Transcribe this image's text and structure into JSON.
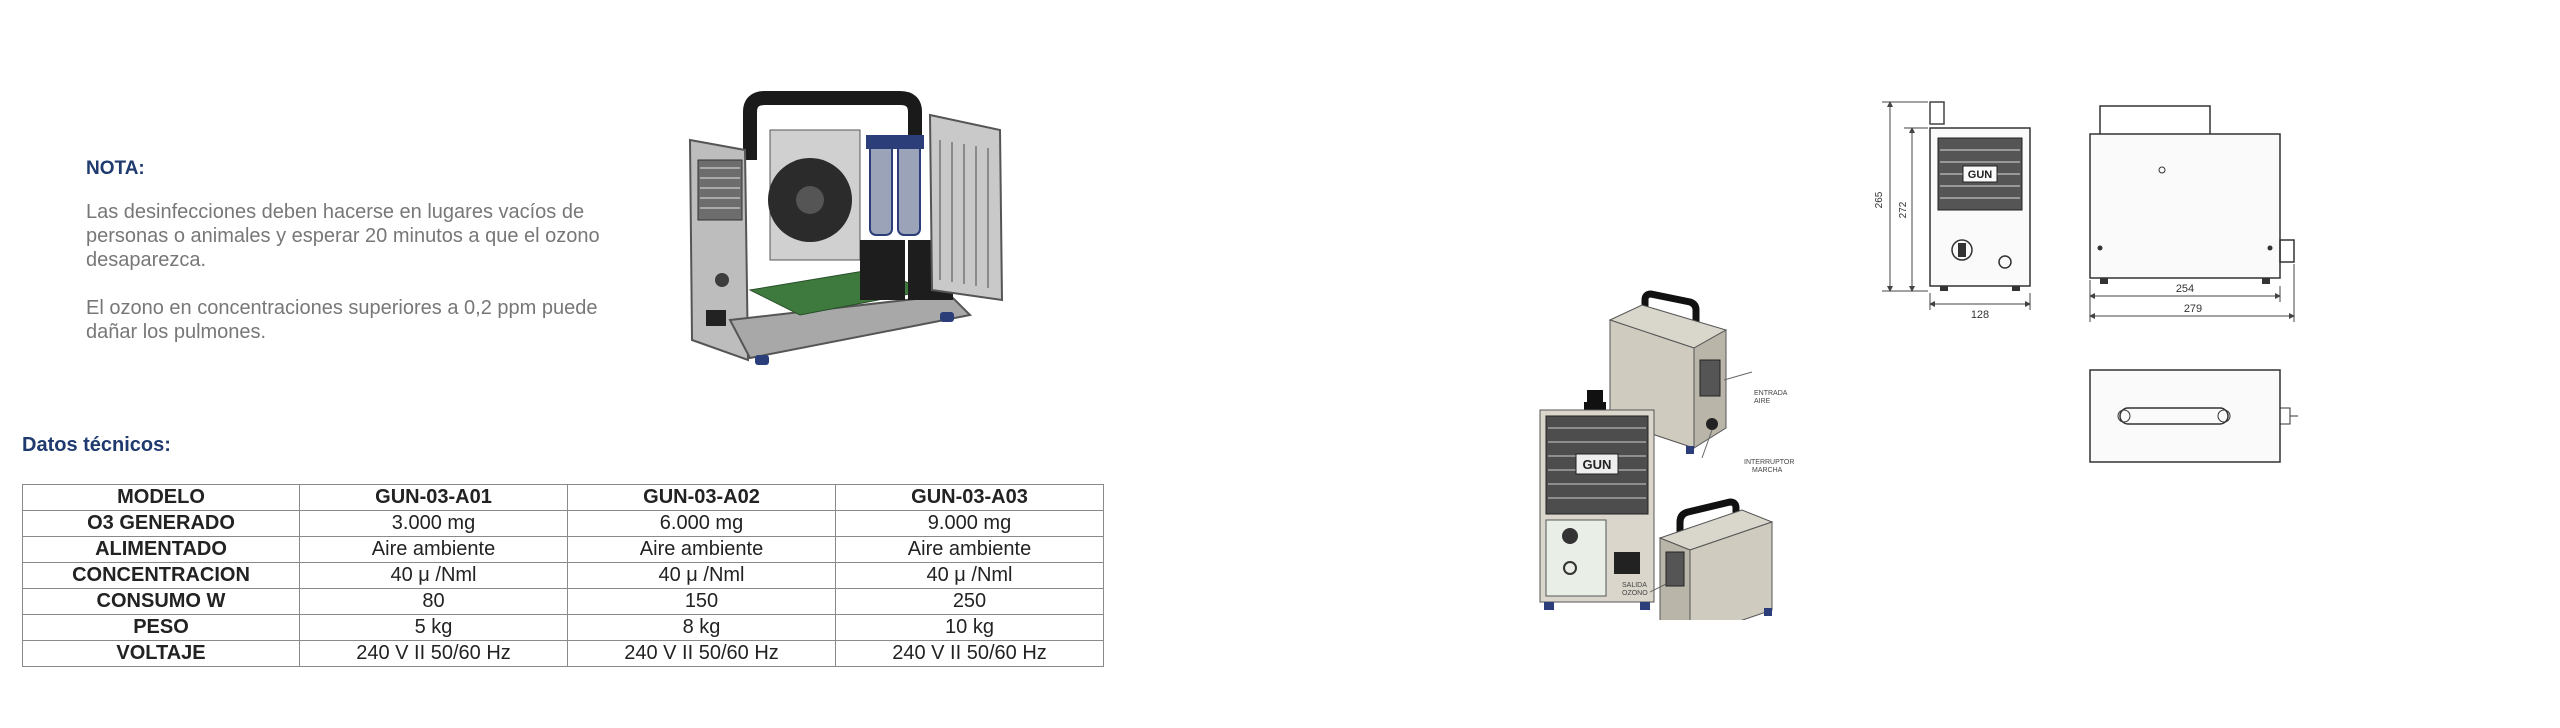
{
  "nota": {
    "title": "NOTA:",
    "paragraph1_line1": "Las desinfecciones deben hacerse en lugares vacíos de",
    "paragraph1_line2": "personas o animales y esperar 20 minutos a que el ozono",
    "paragraph1_line3": "desaparezca.",
    "paragraph2_line1": "El ozono en concentraciones superiores a 0,2 ppm puede",
    "paragraph2_line2": "dañar los pulmones."
  },
  "datos": {
    "title": "Datos técnicos:",
    "headers": [
      "MODELO",
      "GUN-03-A01",
      "GUN-03-A02",
      "GUN-03-A03"
    ],
    "rows": [
      [
        "O3 GENERADO",
        "3.000 mg",
        "6.000 mg",
        "9.000 mg"
      ],
      [
        "ALIMENTADO",
        "Aire ambiente",
        "Aire ambiente",
        "Aire ambiente"
      ],
      [
        "CONCENTRACION",
        "40 μ /Nml",
        "40 μ /Nml",
        "40 μ /Nml"
      ],
      [
        "CONSUMO W",
        "80",
        "150",
        "250"
      ],
      [
        "PESO",
        "5 kg",
        "8 kg",
        "10 kg"
      ],
      [
        "VOLTAJE",
        "240 V II   50/60 Hz",
        "240 V II   50/60 Hz",
        "240 V II   50/60 Hz"
      ]
    ]
  },
  "drawing": {
    "brand": "GUN",
    "dim_height_total": "265",
    "dim_height_body": "272",
    "dim_front_width": "128",
    "dim_side_width": "254",
    "dim_side_total": "279",
    "label_entrada_1": "ENTRADA",
    "label_entrada_2": "AIRE",
    "label_interruptor_1": "INTERRUPTOR",
    "label_interruptor_2": "MARCHA",
    "label_salida_1": "SALIDA",
    "label_salida_2": "OZONO"
  },
  "colors": {
    "accent_navy": "#1e3a6e",
    "body_text": "#777777",
    "table_border": "#8a8a8a"
  }
}
